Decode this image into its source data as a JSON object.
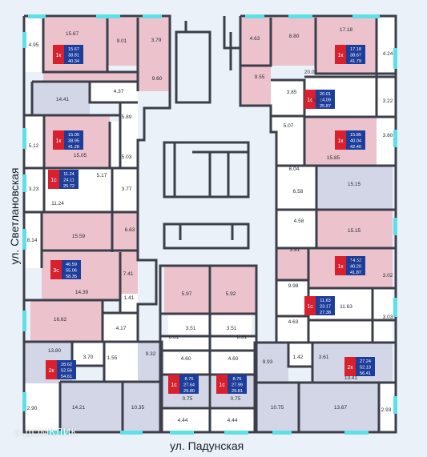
{
  "streets": {
    "left": "ул. Светлановская",
    "bottom": "ул. Падунская"
  },
  "watermark": "ДОМКЛИК",
  "colors": {
    "background": "#eaf1f8",
    "room_pink": "#ecc2cc",
    "room_gray": "#d2d6e6",
    "room_white": "#ffffff",
    "wall": "#3c3f4a",
    "window": "#5fe0e8",
    "badge_red": "#d8202e",
    "badge_blue": "#1d3d9a"
  },
  "badges": [
    {
      "type": "1к",
      "areas": [
        "15.67",
        "38.81",
        "40.34"
      ]
    },
    {
      "type": "1к",
      "areas": [
        "17.18",
        "38.67",
        "41.79"
      ]
    },
    {
      "type": "1с",
      "areas": [
        "20.01",
        "24.09",
        "25.87"
      ]
    },
    {
      "type": "1к",
      "areas": [
        "15.05",
        "38.95",
        "41.28"
      ]
    },
    {
      "type": "1к",
      "areas": [
        "15.85",
        "40.04",
        "42.40"
      ]
    },
    {
      "type": "1с",
      "areas": [
        "11.24",
        "24.11",
        "25.72"
      ]
    },
    {
      "type": "3с",
      "areas": [
        "46.59",
        "55.06",
        "58.35"
      ]
    },
    {
      "type": "1к",
      "areas": [
        "14.82",
        "40.20",
        "41.87"
      ]
    },
    {
      "type": "1с",
      "areas": [
        "11.63",
        "23.17",
        "27.38"
      ]
    },
    {
      "type": "2к",
      "areas": [
        "28.62",
        "52.56",
        "54.61"
      ]
    },
    {
      "type": "1с",
      "areas": [
        "8.75",
        "27.64",
        "29.80"
      ]
    },
    {
      "type": "1с",
      "areas": [
        "8.75",
        "27.99",
        "29.81"
      ]
    },
    {
      "type": "2к",
      "areas": [
        "27.24",
        "52.13",
        "56.41"
      ]
    }
  ],
  "room_labels": [
    "4.95",
    "15.67",
    "9.01",
    "3.79",
    "9.60",
    "4.37",
    "14.41",
    "5.89",
    "5.12",
    "15.05",
    "5.03",
    "3.23",
    "11.24",
    "5.17",
    "3.77",
    "8.14",
    "15.59",
    "6.63",
    "7.41",
    "14.39",
    "1.41",
    "16.62",
    "4.17",
    "13.80",
    "3.70",
    "1.55",
    "9.32",
    "2.90",
    "14.21",
    "10.35",
    "4.63",
    "8.80",
    "17.18",
    "4.24",
    "9.55",
    "3.85",
    "5.12",
    "3.22",
    "20.01",
    "5.07",
    "3.60",
    "15.85",
    "6.04",
    "6.58",
    "15.15",
    "4.58",
    "15.15",
    "3.81",
    "14.82",
    "3.02",
    "9.98",
    "4.63",
    "11.63",
    "3.03",
    "9.93",
    "1.42",
    "3.61",
    "13.41",
    "10.75",
    "13.67",
    "2.93",
    "5.97",
    "3.51",
    "5.92",
    "3.51",
    "8.81",
    "8.81",
    "4.60",
    "4.60",
    "0.75",
    "0.75",
    "4.44",
    "4.44"
  ]
}
